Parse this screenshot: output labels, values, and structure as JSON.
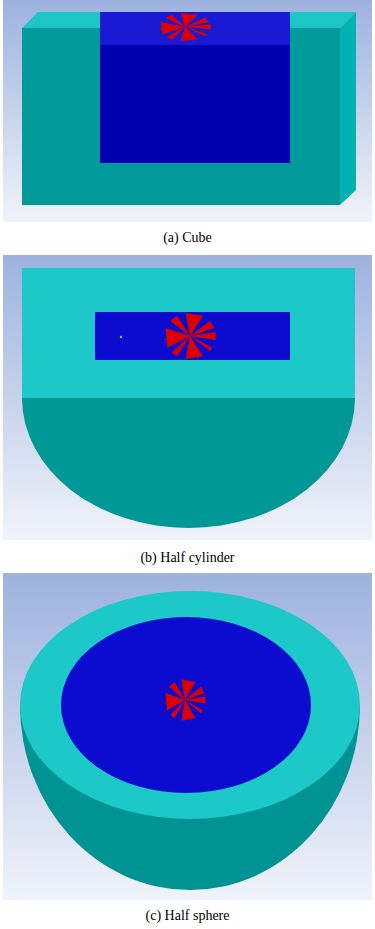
{
  "diagram": {
    "labels": [
      "(a) Cube",
      "(b) Half cylinder",
      "(c) Half sphere"
    ]
  }
}
